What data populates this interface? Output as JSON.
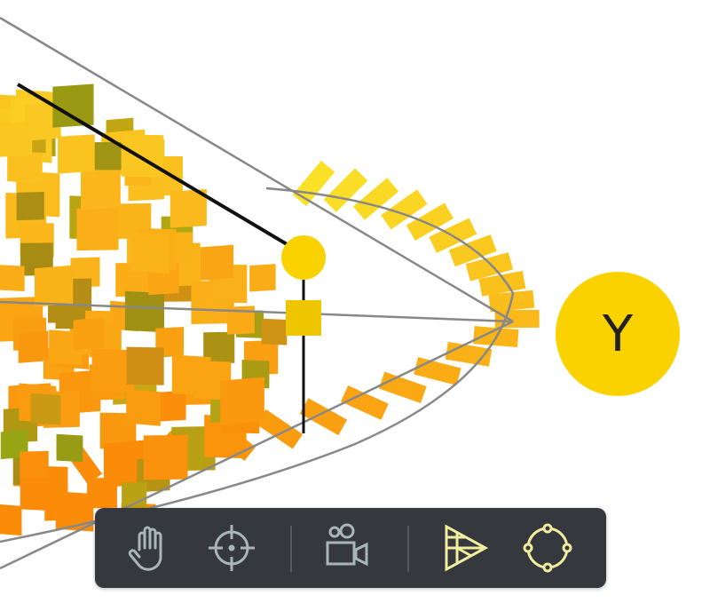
{
  "axis_badge": {
    "label": "Y",
    "color": "#fad200"
  },
  "toolbar": {
    "background": "#35383d",
    "tools": [
      {
        "name": "hand-pan",
        "icon": "hand-icon",
        "color": "#a9b6b8"
      },
      {
        "name": "target",
        "icon": "crosshair-icon",
        "color": "#a9b6b8"
      },
      {
        "name": "camera",
        "icon": "video-camera-icon",
        "color": "#a9b6b8"
      },
      {
        "name": "triangle-slice",
        "icon": "triangle-slice-icon",
        "color": "#f2eea0"
      },
      {
        "name": "orbit",
        "icon": "orbit-circle-icon",
        "color": "#f2eea0"
      }
    ]
  }
}
